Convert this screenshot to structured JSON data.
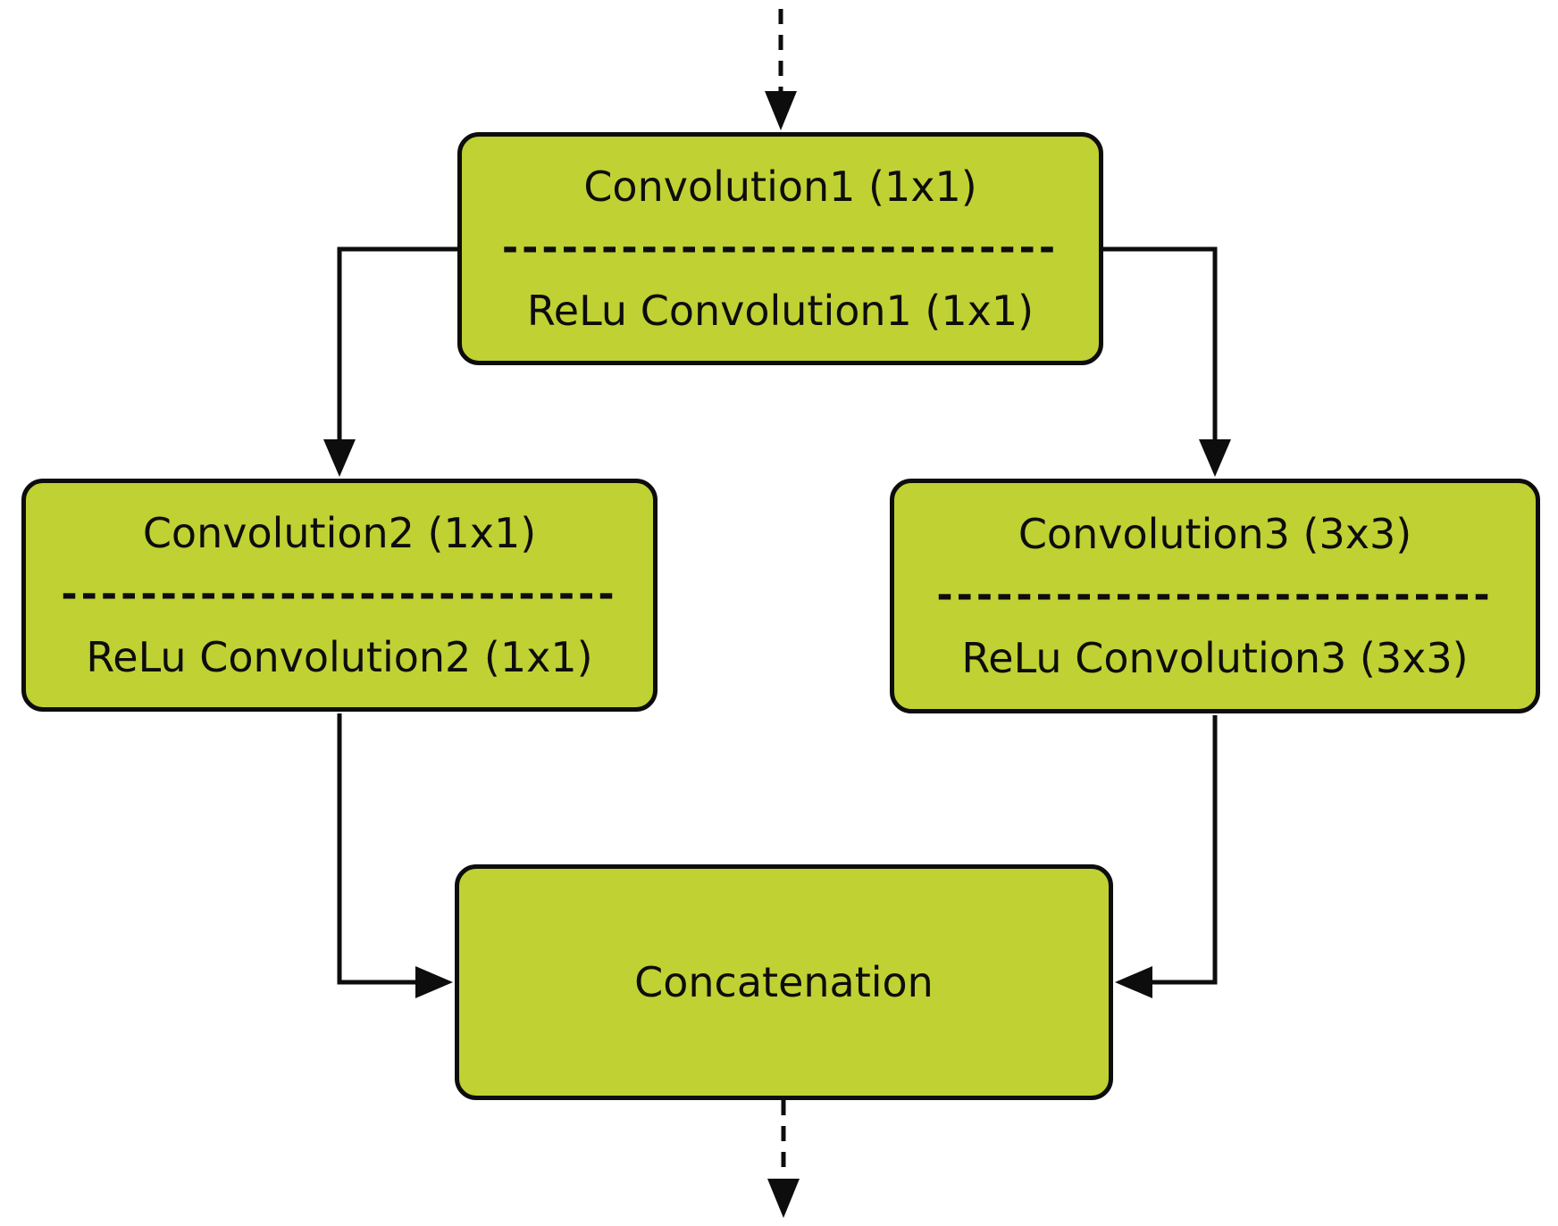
{
  "colors": {
    "background": "#ffffff",
    "node_fill": "#c0d133",
    "node_border": "#0d0d0d",
    "edge": "#0d0d0d",
    "text": "#0d0d0d"
  },
  "nodes": {
    "conv1": {
      "title": "Convolution1 (1x1)",
      "separator": "----------------------------",
      "subtitle": "ReLu Convolution1 (1x1)"
    },
    "conv2": {
      "title": "Convolution2 (1x1)",
      "separator": "----------------------------",
      "subtitle": "ReLu Convolution2 (1x1)"
    },
    "conv3": {
      "title": "Convolution3 (3x3)",
      "separator": "----------------------------",
      "subtitle": "ReLu Convolution3 (3x3)"
    },
    "concat": {
      "title": "Concatenation"
    }
  },
  "edges": [
    {
      "from": "input",
      "to": "conv1",
      "style": "dashed"
    },
    {
      "from": "conv1",
      "to": "conv2",
      "style": "solid"
    },
    {
      "from": "conv1",
      "to": "conv3",
      "style": "solid"
    },
    {
      "from": "conv2",
      "to": "concat",
      "style": "solid"
    },
    {
      "from": "conv3",
      "to": "concat",
      "style": "solid"
    },
    {
      "from": "concat",
      "to": "output",
      "style": "dashed"
    }
  ]
}
